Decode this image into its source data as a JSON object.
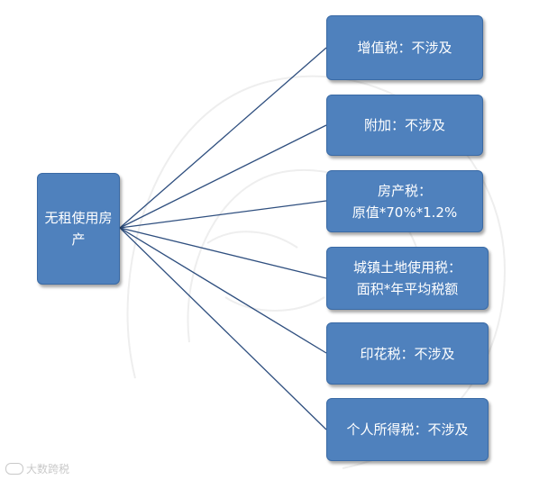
{
  "diagram": {
    "root": {
      "lines": [
        "无租使用房",
        "产"
      ]
    },
    "branches": [
      {
        "lines": [
          "增值税：不涉及"
        ]
      },
      {
        "lines": [
          "附加：不涉及"
        ]
      },
      {
        "lines": [
          "房产税：",
          "原值*70%*1.2%"
        ]
      },
      {
        "lines": [
          "城镇土地使用税：",
          "面积*年平均税额"
        ]
      },
      {
        "lines": [
          "印花税：不涉及"
        ]
      },
      {
        "lines": [
          "个人所得税：不涉及"
        ]
      }
    ]
  },
  "watermark": {
    "text": "大数跨税"
  },
  "colors": {
    "node_fill": "#4f81bd",
    "connector": "#2f4f7f",
    "text": "#ffffff"
  }
}
